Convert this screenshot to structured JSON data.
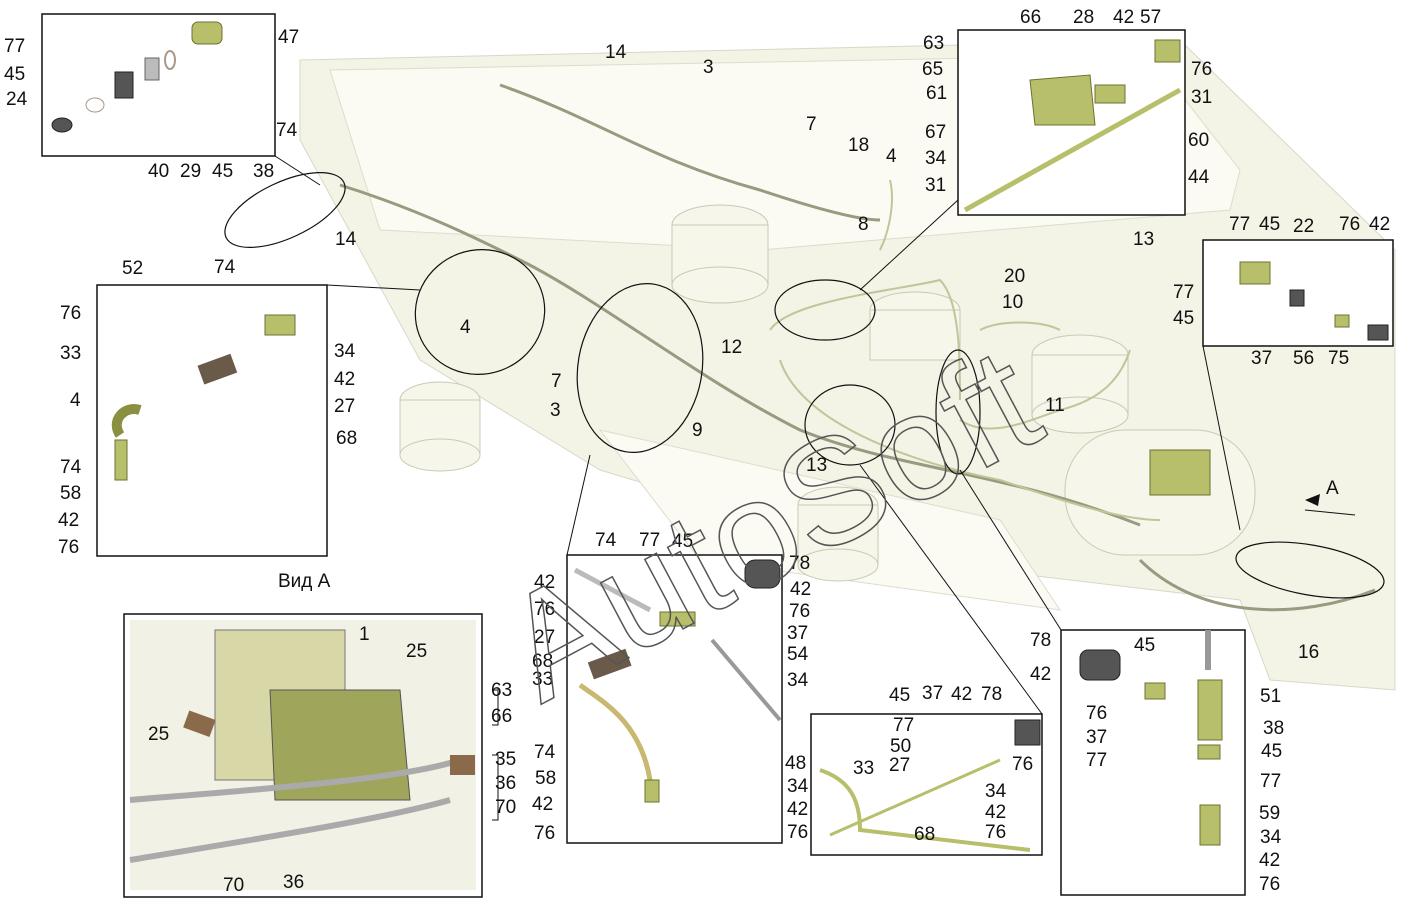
{
  "view_label": "Вид А",
  "arrow_label": "A",
  "watermark": "AutoSoft",
  "callouts": [
    "77",
    "45",
    "24",
    "40",
    "29",
    "45",
    "38",
    "47",
    "74",
    "14",
    "3",
    "7",
    "18",
    "4",
    "14",
    "8",
    "52",
    "74",
    "4",
    "7",
    "3",
    "12",
    "20",
    "10",
    "13",
    "11",
    "9",
    "13",
    "16",
    "76",
    "33",
    "4",
    "74",
    "58",
    "42",
    "76",
    "34",
    "42",
    "27",
    "68",
    "63",
    "66",
    "28",
    "42",
    "57",
    "65",
    "61",
    "67",
    "34",
    "31",
    "76",
    "31",
    "60",
    "44",
    "77",
    "45",
    "22",
    "76",
    "42",
    "77",
    "45",
    "37",
    "56",
    "75",
    "1",
    "25",
    "25",
    "63",
    "66",
    "35",
    "36",
    "70",
    "70",
    "36",
    "74",
    "77",
    "45",
    "78",
    "42",
    "76",
    "37",
    "54",
    "34",
    "42",
    "76",
    "27",
    "68",
    "33",
    "74",
    "58",
    "42",
    "76",
    "45",
    "37",
    "42",
    "78",
    "77",
    "50",
    "27",
    "76",
    "48",
    "34",
    "42",
    "76",
    "33",
    "34",
    "42",
    "76",
    "68",
    "78",
    "45",
    "42",
    "76",
    "37",
    "77",
    "51",
    "38",
    "45",
    "77",
    "59",
    "34",
    "42",
    "76"
  ],
  "colors": {
    "part": "#b8bf6a",
    "frame": "#f3f3e6",
    "tube": "#9a9a80"
  }
}
